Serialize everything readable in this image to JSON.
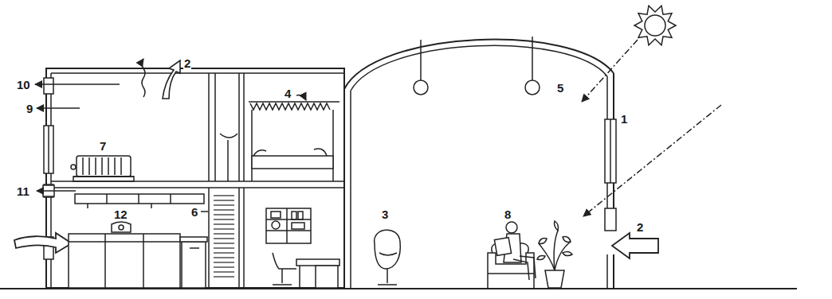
{
  "diagram": {
    "labels": [
      "10",
      "2",
      "4",
      "5",
      "1",
      "9",
      "7",
      "11",
      "12",
      "6",
      "3",
      "8",
      "2"
    ]
  }
}
